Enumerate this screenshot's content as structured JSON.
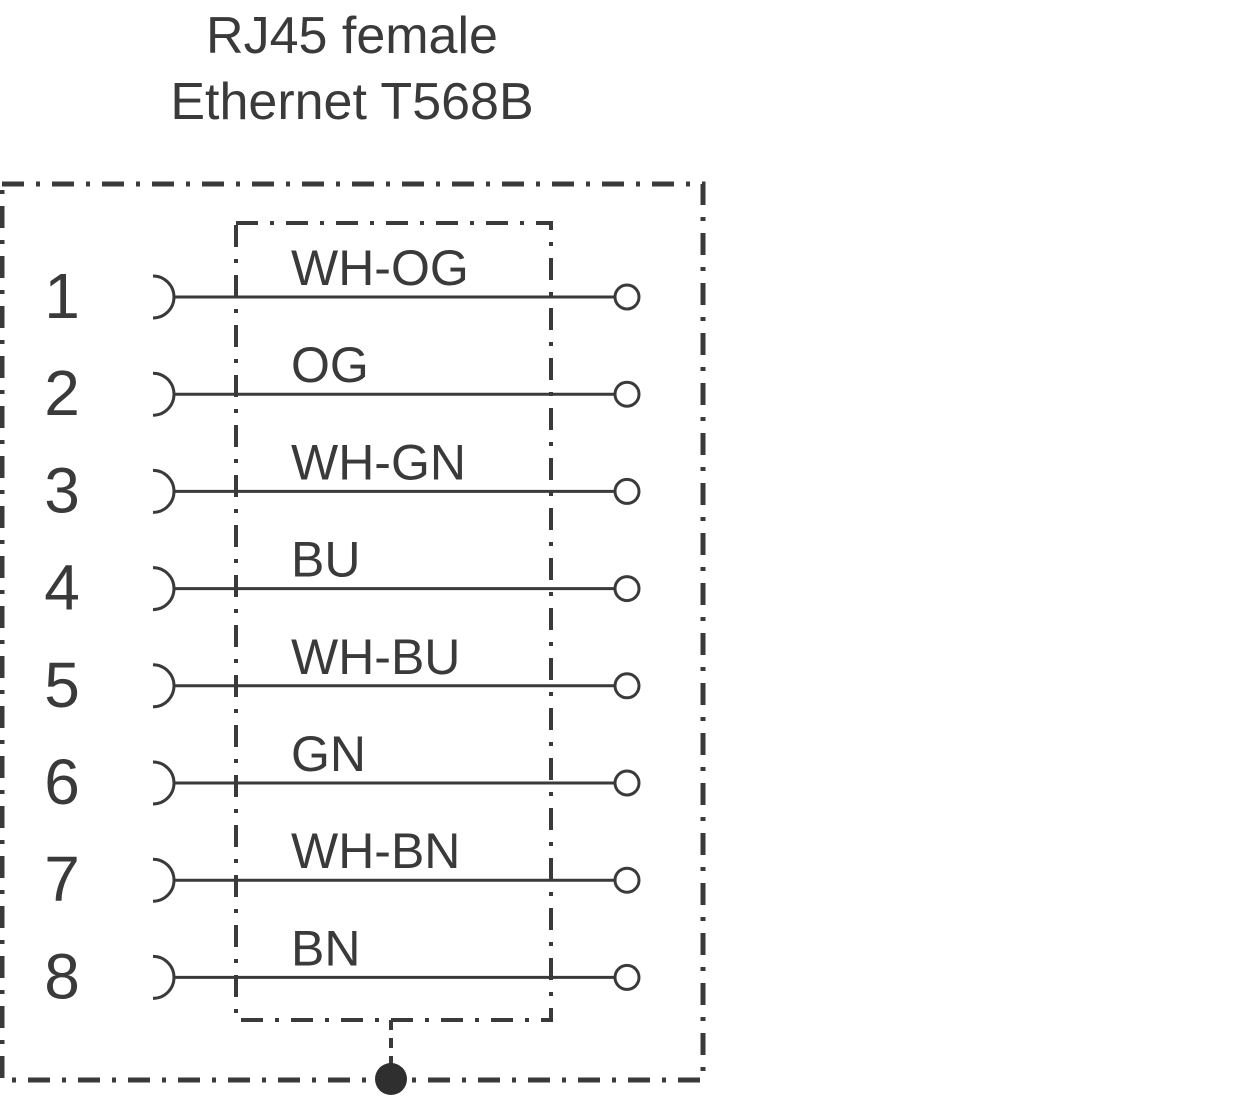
{
  "diagram": {
    "title_line1": "RJ45 female",
    "title_line2": "Ethernet T568B",
    "stroke_color": "#3a3a3a",
    "pins": [
      {
        "number": "1",
        "wire": "WH-OG"
      },
      {
        "number": "2",
        "wire": "OG"
      },
      {
        "number": "3",
        "wire": "WH-GN"
      },
      {
        "number": "4",
        "wire": "BU"
      },
      {
        "number": "5",
        "wire": "WH-BU"
      },
      {
        "number": "6",
        "wire": "GN"
      },
      {
        "number": "7",
        "wire": "WH-BN"
      },
      {
        "number": "8",
        "wire": "BN"
      }
    ]
  }
}
